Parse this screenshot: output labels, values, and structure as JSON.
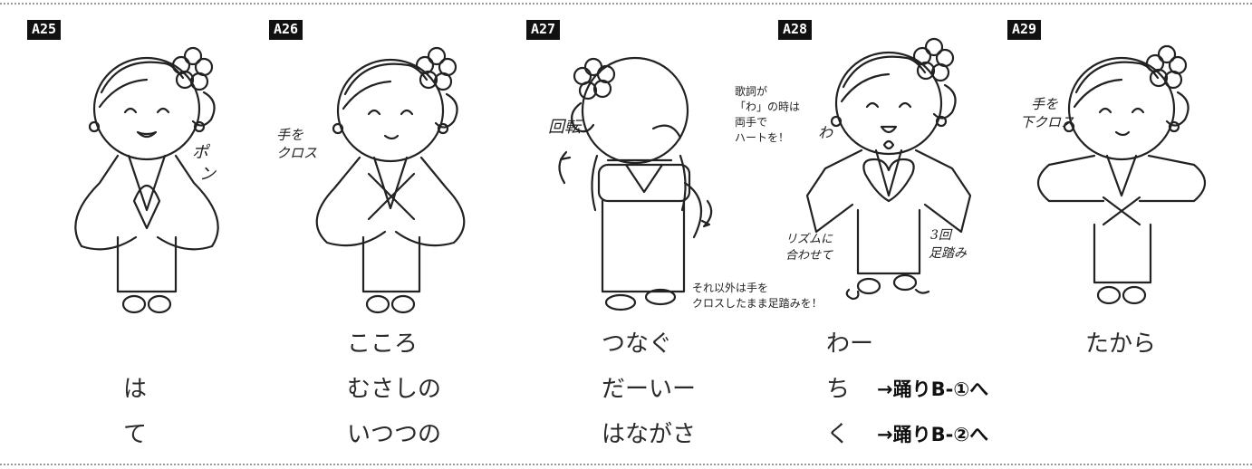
{
  "steps": [
    {
      "id": "A25",
      "handwriting": [
        "ポ",
        "ン"
      ]
    },
    {
      "id": "A26",
      "handwriting": [
        "手を",
        "クロス"
      ]
    },
    {
      "id": "A27",
      "handwriting": [
        "回転"
      ]
    },
    {
      "id": "A28",
      "handwriting": [
        "わ",
        "リズムに",
        "合わせて",
        "3回",
        "足踏み"
      ]
    },
    {
      "id": "A29",
      "handwriting": [
        "手を",
        "下クロス"
      ]
    }
  ],
  "notes": {
    "heart": "歌詞が\n「わ」の時は\n両手で\nハートを！",
    "cross": "それ以外は手を\nクロスしたまま足踏みを！"
  },
  "lyrics": {
    "col1": [
      "",
      "は",
      "て"
    ],
    "col2": [
      "こころ",
      "むさしの",
      "いつつの"
    ],
    "col3": [
      "つなぐ",
      "だーいー",
      "はながさ"
    ],
    "col4": [
      "わー",
      "ち",
      "く"
    ],
    "col5": [
      "たから",
      "",
      ""
    ]
  },
  "jumps": [
    "→踊りB-①へ",
    "→踊りB-②へ"
  ]
}
